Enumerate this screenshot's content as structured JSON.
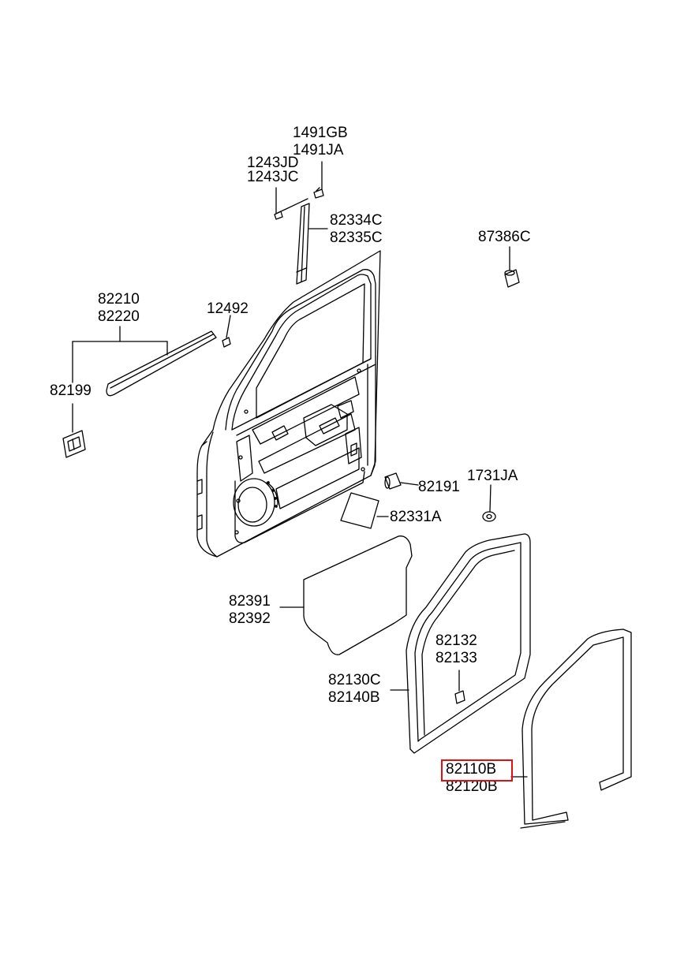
{
  "parts": [
    {
      "id": "p1491",
      "lines": [
        "1491GB",
        "1491JA"
      ]
    },
    {
      "id": "p1243",
      "lines": [
        "1243JD",
        "1243JC"
      ]
    },
    {
      "id": "p82334",
      "lines": [
        "82334C",
        "82335C"
      ]
    },
    {
      "id": "p87386",
      "lines": [
        "87386C"
      ]
    },
    {
      "id": "p82210",
      "lines": [
        "82210",
        "82220"
      ]
    },
    {
      "id": "p12492",
      "lines": [
        "12492"
      ]
    },
    {
      "id": "p82199",
      "lines": [
        "82199"
      ]
    },
    {
      "id": "p82191",
      "lines": [
        "82191"
      ]
    },
    {
      "id": "p1731",
      "lines": [
        "1731JA"
      ]
    },
    {
      "id": "p82331",
      "lines": [
        "82331A"
      ]
    },
    {
      "id": "p82391",
      "lines": [
        "82391",
        "82392"
      ]
    },
    {
      "id": "p82132",
      "lines": [
        "82132",
        "82133"
      ]
    },
    {
      "id": "p82130",
      "lines": [
        "82130C",
        "82140B"
      ]
    },
    {
      "id": "p82110",
      "lines": [
        "82110B",
        "82120B"
      ]
    }
  ],
  "highlighted_part": "82110B",
  "colors": {
    "line": "#000000",
    "highlight": "#e01010",
    "background": "#ffffff"
  }
}
